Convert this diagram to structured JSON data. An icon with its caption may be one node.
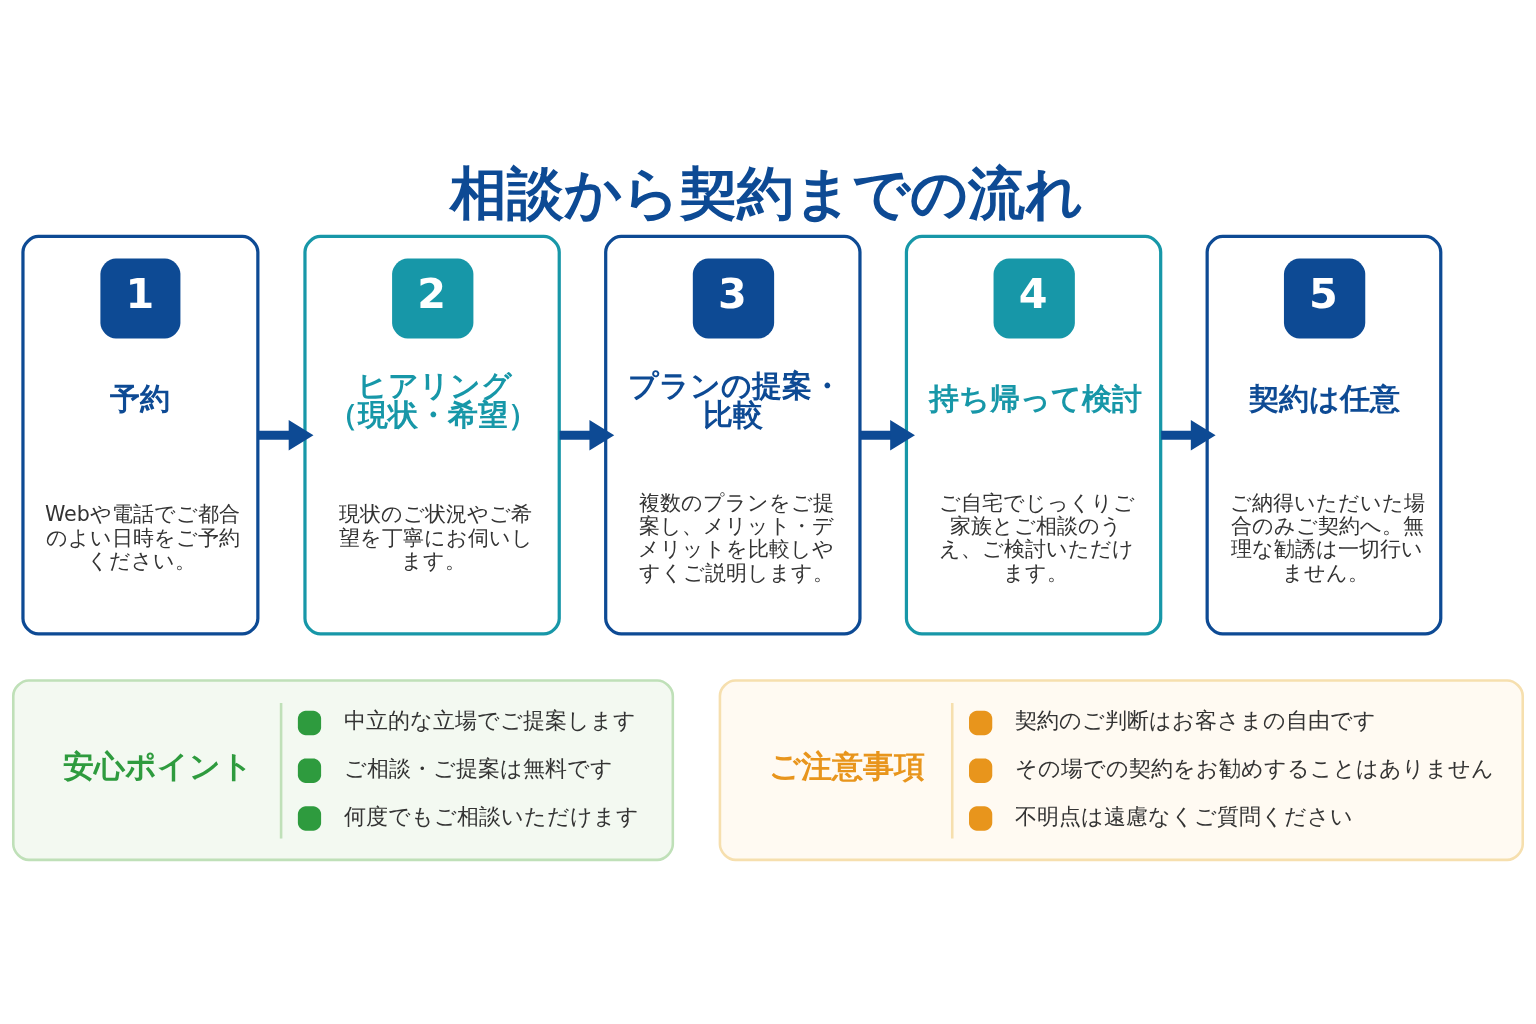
{
  "diagram": {
    "title": "相談から契約までの流れ",
    "nodes": [
      {
        "text": [
          "1",
          "予約",
          "Webや電話でご都合のよい日時をご予約ください。"
        ]
      },
      {
        "text": [
          "2",
          "ヒアリング（現状・希望）",
          "現状のご状況やご希望を丁寧にお伺いします。"
        ]
      },
      {
        "text": [
          "3",
          "プランの提案・比較",
          "複数のプランをご提案し、メリット・デメリットを比較しやすくご説明します。"
        ]
      },
      {
        "text": [
          "4",
          "持ち帰って検討",
          "ご自宅でじっくりご家族とご相談のうえ、ご検討いただけます。"
        ]
      },
      {
        "text": [
          "5",
          "契約は任意",
          "ご納得いただいた場合のみご契約へ。無理な勧誘は一切行いません。"
        ]
      },
      {
        "text": [
          "安心ポイント",
          "中立的な立場でご提案します",
          "ご相談・ご提案は無料です",
          "何度でもご相談いただけます"
        ]
      },
      {
        "text": [
          "ご注意事項",
          "契約のご判断はお客さまの自由です",
          "その場での契約をお勧めすることはありません",
          "不明点は遠慮なくご質問ください"
        ]
      }
    ],
    "edges": [
      {
        "from": 0,
        "to": 1,
        "arrow": "to"
      },
      {
        "from": 1,
        "to": 2,
        "arrow": "to"
      },
      {
        "from": 2,
        "to": 3,
        "arrow": "to"
      },
      {
        "from": 3,
        "to": 4,
        "arrow": "to"
      }
    ]
  }
}
